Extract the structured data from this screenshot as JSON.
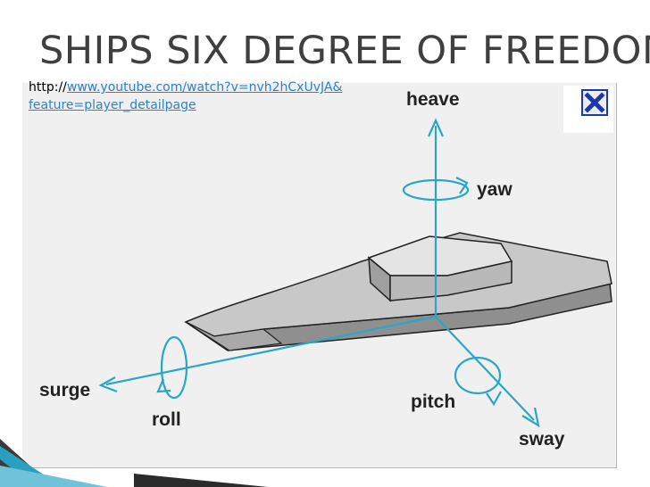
{
  "slide": {
    "title": "SHIPS SIX DEGREE OF FREEDOM",
    "url_prefix": "http://",
    "url_link": "www.youtube.com/watch?v=nvh2hCxUvJA&feature=player_detailpage"
  },
  "diagram": {
    "labels": {
      "heave": "heave",
      "yaw": "yaw",
      "surge": "surge",
      "roll": "roll",
      "pitch": "pitch",
      "sway": "sway"
    }
  },
  "colors": {
    "axis": "#2aa6c6",
    "title": "#3f3f3f",
    "link": "#2f82c8",
    "accent_bar": "#2aa0c0",
    "hull": "#c4c4c4"
  }
}
